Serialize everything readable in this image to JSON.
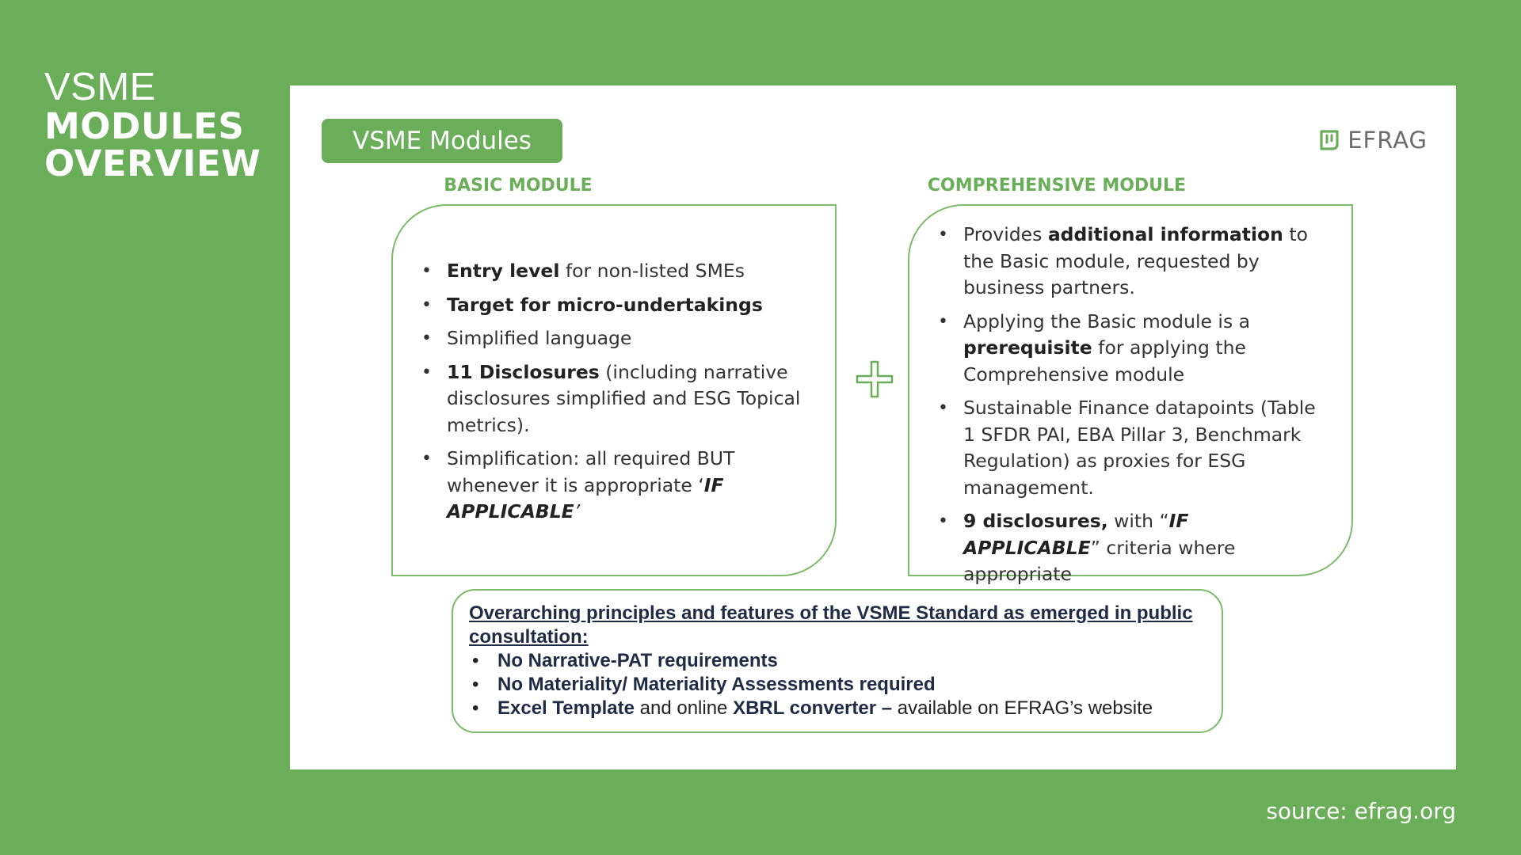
{
  "side_title": {
    "line1": "VSME",
    "line2": "MODULES",
    "line3": "OVERVIEW"
  },
  "slide": {
    "pill_label": "VSME Modules",
    "logo_text": "EFRAG",
    "basic": {
      "title": "BASIC MODULE",
      "items": [
        {
          "b1": "Entry level",
          "t1": " for non-listed SMEs"
        },
        {
          "b1": "Target for micro-undertakings"
        },
        {
          "t1": "Simplified language"
        },
        {
          "b1": "11 Disclosures",
          "t1": " (including narrative disclosures simplified and ESG Topical metrics)."
        },
        {
          "t1": "Simplification: all required BUT whenever it is appropriate ‘",
          "bi": "IF APPLICABLE",
          "t2": "’"
        }
      ]
    },
    "comprehensive": {
      "title": "COMPREHENSIVE MODULE",
      "items": [
        {
          "t1": "Provides ",
          "b1": "additional information",
          "t2": " to the Basic module, requested by  business partners."
        },
        {
          "t1": "Applying the Basic module is a ",
          "b1": "prerequisite",
          "t2": " for applying the Comprehensive module"
        },
        {
          "t1": "Sustainable Finance datapoints (Table 1 SFDR PAI, EBA Pillar 3, Benchmark Regulation) as proxies for ESG management."
        },
        {
          "b1": "9 disclosures,",
          "t1": " with “",
          "bi": "IF APPLICABLE",
          "t2": "” criteria where appropriate"
        }
      ]
    },
    "overarching": {
      "heading": "Overarching principles and features of the  VSME Standard as emerged in public consultation:",
      "items": [
        {
          "b1": "No Narrative-PAT requirements"
        },
        {
          "b1": "No Materiality/ Materiality Assessments required"
        },
        {
          "b1": "Excel Template",
          "t1": " and online ",
          "b2": "XBRL converter –",
          "t2": " available on EFRAG’s website"
        }
      ]
    }
  },
  "source": "source: efrag.org",
  "colors": {
    "brand_green": "#6aae59",
    "box_border": "#7dbb6b",
    "logo_gray": "#6c6c6c"
  },
  "icons": {
    "logo": "efrag-logo-icon",
    "plus": "plus-icon"
  }
}
